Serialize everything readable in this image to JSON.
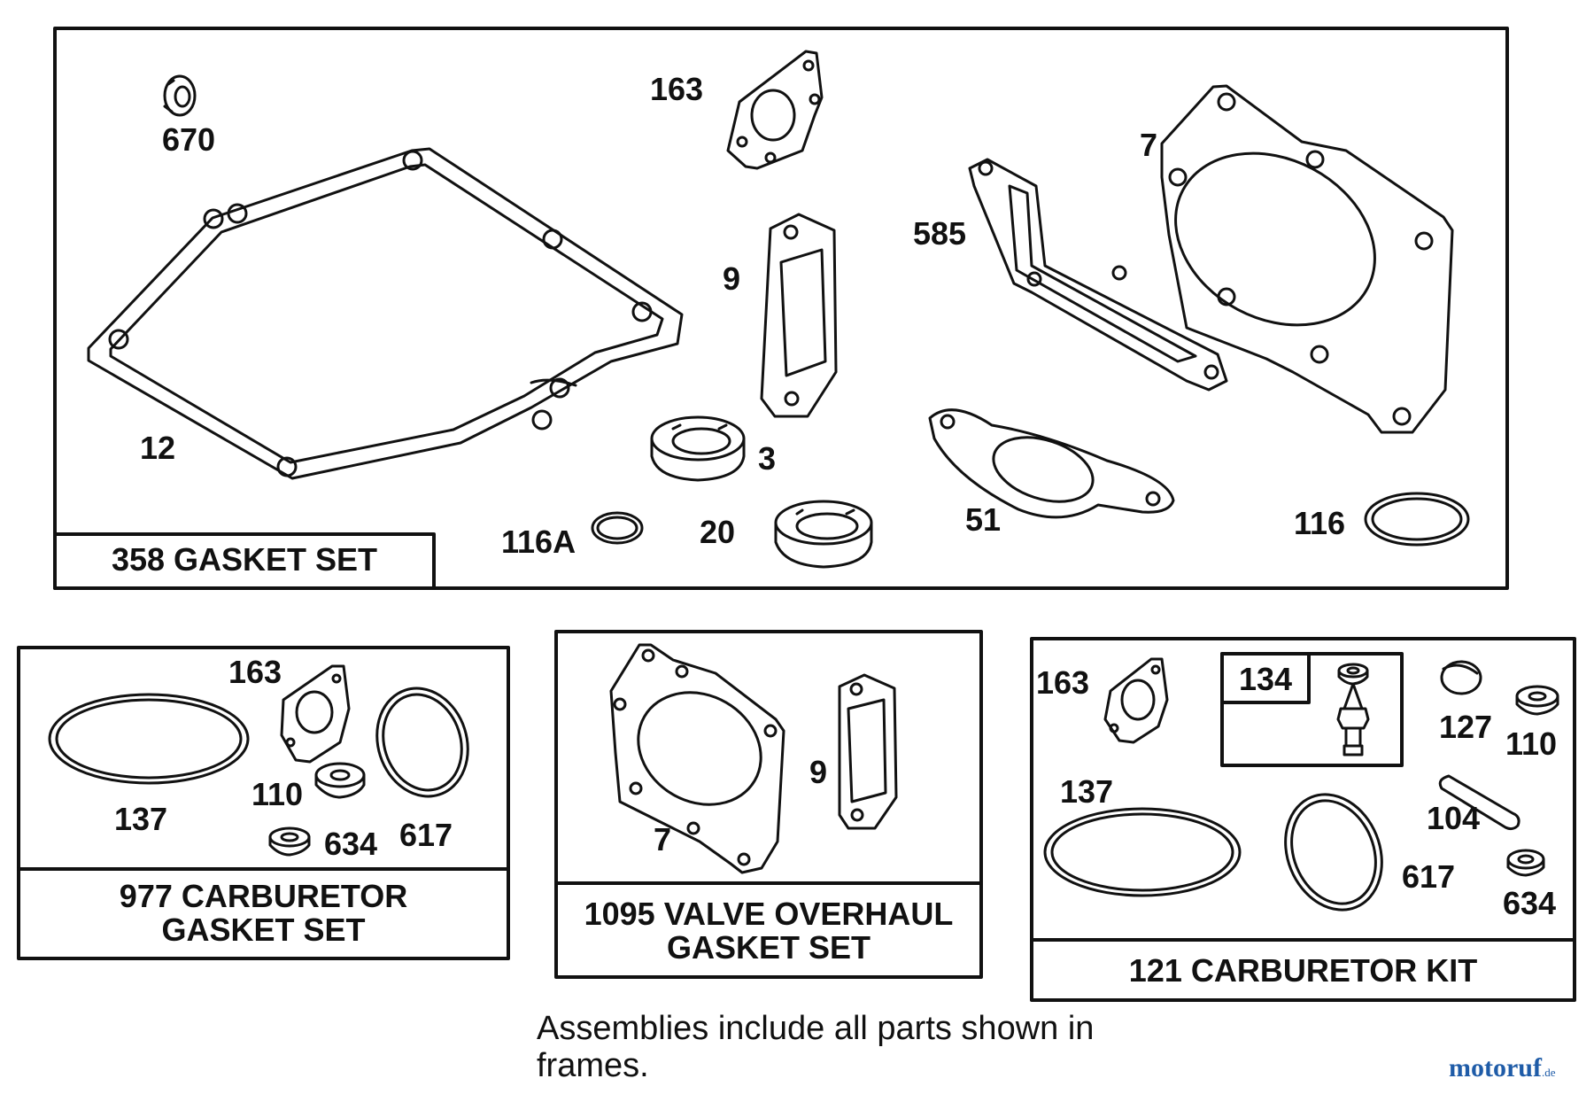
{
  "frames": {
    "main": "358 GASKET SET",
    "carb_gasket_line1": "977 CARBURETOR",
    "carb_gasket_line2": "GASKET SET",
    "valve_line1": "1095 VALVE OVERHAUL",
    "valve_line2": "GASKET SET",
    "carb_kit": "121 CARBURETOR KIT",
    "carb_kit_sub": "134"
  },
  "parts": {
    "main": [
      "670",
      "163",
      "7",
      "585",
      "9",
      "12",
      "3",
      "116A",
      "20",
      "51",
      "116"
    ],
    "carb_gasket": [
      "163",
      "137",
      "110",
      "634",
      "617"
    ],
    "valve": [
      "9",
      "7"
    ],
    "carb_kit": [
      "163",
      "127",
      "110",
      "137",
      "104",
      "617",
      "634"
    ]
  },
  "note": "Assemblies include all parts shown in frames.",
  "watermark": {
    "brand": "motoruf",
    "suffix": ".de",
    "colors": {
      "primary": "#1f5ca8",
      "accent": "#d63a2a"
    }
  }
}
